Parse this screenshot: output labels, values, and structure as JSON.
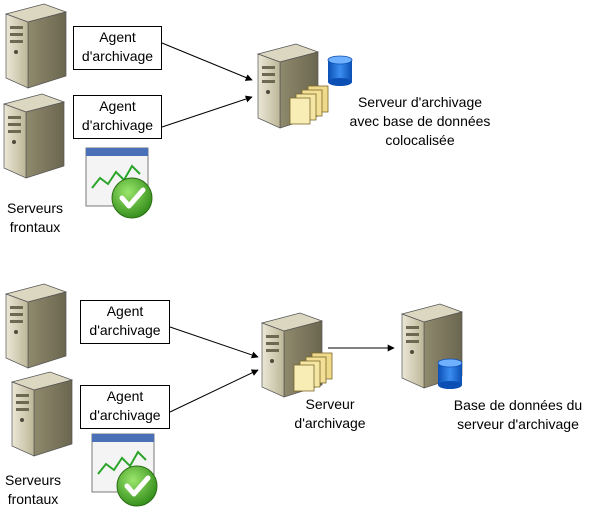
{
  "top": {
    "agent_1": [
      "Agent",
      "d'archivage"
    ],
    "agent_2": [
      "Agent",
      "d'archivage"
    ],
    "frontend_label": [
      "Serveurs",
      "frontaux"
    ],
    "archive_server_label": [
      "Serveur d'archivage",
      "avec base de données",
      "colocalisée"
    ]
  },
  "bottom": {
    "agent_1": [
      "Agent",
      "d'archivage"
    ],
    "agent_2": [
      "Agent",
      "d'archivage"
    ],
    "frontend_label": [
      "Serveurs",
      "frontaux"
    ],
    "archive_server_label": [
      "Serveur",
      "d'archivage"
    ],
    "database_label": [
      "Base de données du",
      "serveur d'archivage"
    ]
  },
  "colors": {
    "server_body": "#c8c2a8",
    "server_dark": "#8a8468",
    "database": "#1e6fd6",
    "check": "#4caf2a",
    "chart_header": "#4a70b8"
  }
}
